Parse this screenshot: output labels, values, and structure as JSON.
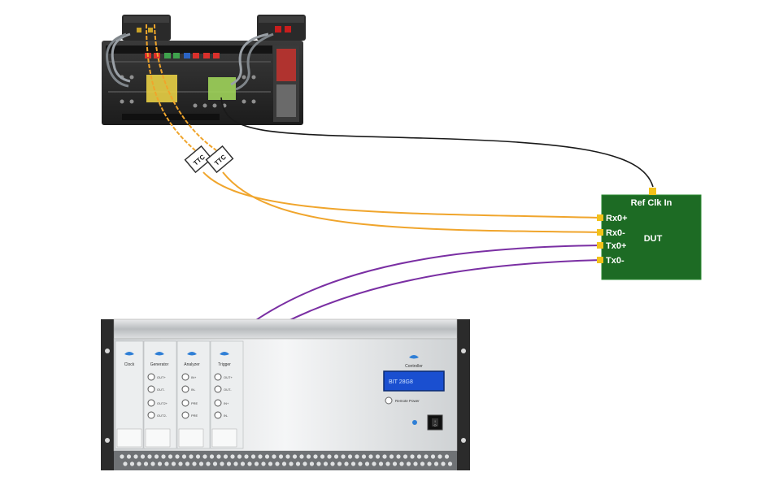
{
  "colors": {
    "background": "#ffffff",
    "dut_board": "#1d6b24",
    "dut_border": "#2a8a30",
    "connector": "#f2c21a",
    "cable_rx": "#f0a52c",
    "cable_tx": "#7a2fa3",
    "cable_clk": "#1a1a1a",
    "chassis_top": "#2b2b2b",
    "chassis_bottom_panel": "#d4d6d8",
    "lcd": "#1a4fd0",
    "module_yellow": "#e8cf45",
    "module_green": "#9fd35a"
  },
  "dut": {
    "title": "DUT",
    "ref_clk_label": "Ref Clk In",
    "ports": [
      "Rx0+",
      "Rx0-",
      "Tx0+",
      "Tx0-"
    ]
  },
  "ttc": [
    "TTC",
    "TTC"
  ],
  "top_instrument": {
    "icons": [
      "oscilloscope-chassis-icon",
      "remote-head-icon",
      "remote-head-icon"
    ]
  },
  "bottom_instrument": {
    "modules": [
      {
        "label": "Clock",
        "ports": []
      },
      {
        "label": "Generator",
        "ports": [
          "OUT+",
          "OUT-",
          "OUT2+",
          "OUT2-"
        ]
      },
      {
        "label": "Analyzer",
        "ports": [
          "IN+",
          "IN-",
          "PRE",
          "PRE"
        ]
      },
      {
        "label": "Trigger",
        "ports": [
          "OUT+",
          "OUT-",
          "IN+",
          "IN-"
        ]
      }
    ],
    "brand": "Controller",
    "lcd_text": "BIT 28G8",
    "power_label": "Remote Power",
    "icons": [
      "logo-icon",
      "power-switch-icon",
      "led-icon"
    ]
  }
}
